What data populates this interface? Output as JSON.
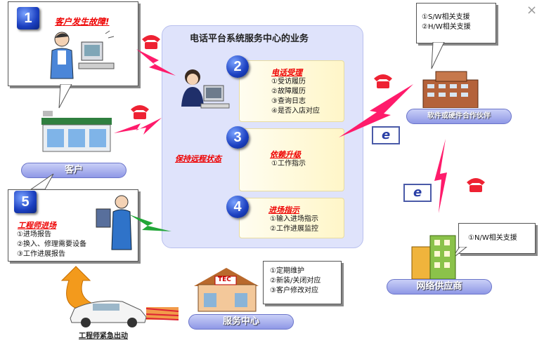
{
  "close_glyph": "×",
  "center": {
    "title": "电话平台系统服务中心的业务",
    "step2": {
      "num": "2",
      "title": "电话受理",
      "items": [
        "①受访履历",
        "②故障履历",
        "③查询日志",
        "④是否入店对应"
      ]
    },
    "step3": {
      "num": "3",
      "title": "依赖升级",
      "items": [
        "①工作指示"
      ]
    },
    "step4": {
      "num": "4",
      "title": "进场指示",
      "items": [
        "①输入进场指示",
        "②工作进展监控"
      ]
    },
    "side_label": "保持远程状态"
  },
  "customer": {
    "step1": {
      "num": "1",
      "title": "客户发生故障!"
    },
    "pill": "客户"
  },
  "engineer": {
    "step5": {
      "num": "5",
      "title": "工程师进场",
      "items": [
        "①进场报告",
        "②换入、修理需要设备",
        "③工作进展报告"
      ]
    },
    "car_label": "工程师紧急出动"
  },
  "service_center": {
    "items": [
      "①定期维护",
      "②新装/关闭对应",
      "③客户修改对应"
    ],
    "pill": "服务中心",
    "sign": "TEC"
  },
  "partner": {
    "items": [
      "①S/W相关支援",
      "②H/W相关支援"
    ],
    "pill": "软件或硬件合作伙伴"
  },
  "network": {
    "items": [
      "①N/W相关支援"
    ],
    "pill": "网络供应商"
  },
  "email_glyph": "e",
  "colors": {
    "accent_red": "#e00000",
    "pill_blue": "#8f98e6",
    "center_bg": "#dfe3fb",
    "number_blue": "#1b3fc0"
  }
}
